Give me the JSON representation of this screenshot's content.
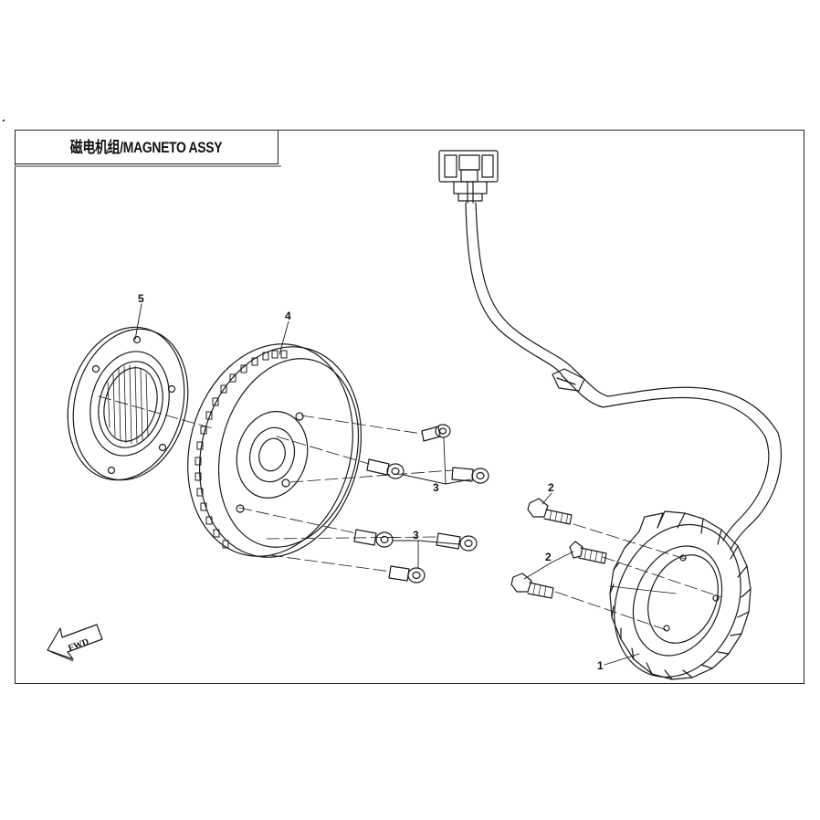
{
  "title": "磁电机组/MAGNETO ASSY",
  "callouts": {
    "stator": "1",
    "stator_bolt_upper": "2",
    "stator_bolt_lower": "2",
    "rotor_bolts_upper": "3",
    "rotor_bolts_lower": "3",
    "flywheel_rotor": "4",
    "starter_clutch": "5"
  },
  "direction_arrow": {
    "label": "FWD"
  }
}
